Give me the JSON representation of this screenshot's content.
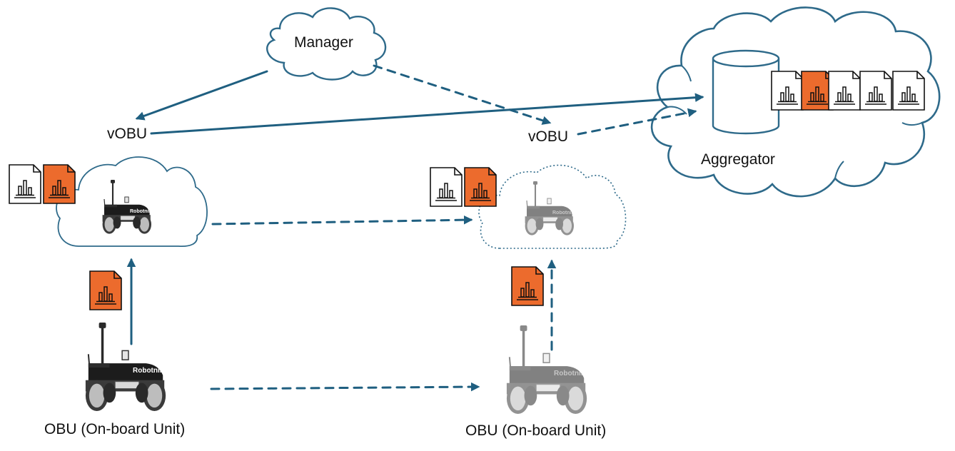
{
  "labels": {
    "manager": "Manager",
    "aggregator": "Aggregator",
    "vobu_left": "vOBU",
    "vobu_right": "vOBU",
    "obu_left": "OBU (On-board Unit)",
    "obu_right": "OBU (On-board Unit)"
  },
  "robot_brand": "Robotnik",
  "icons": {
    "document": "chart-document-icon",
    "robot": "mobile-robot-icon",
    "database": "database-cylinder-icon",
    "cloud": "cloud-icon"
  },
  "colors": {
    "arrow": "#1f5f80",
    "cloud_stroke": "#2e6a8a",
    "doc_orange": "#ec6b2d",
    "robot_body": "#1c1c1c",
    "robot_faded": "#8a8a8a"
  }
}
